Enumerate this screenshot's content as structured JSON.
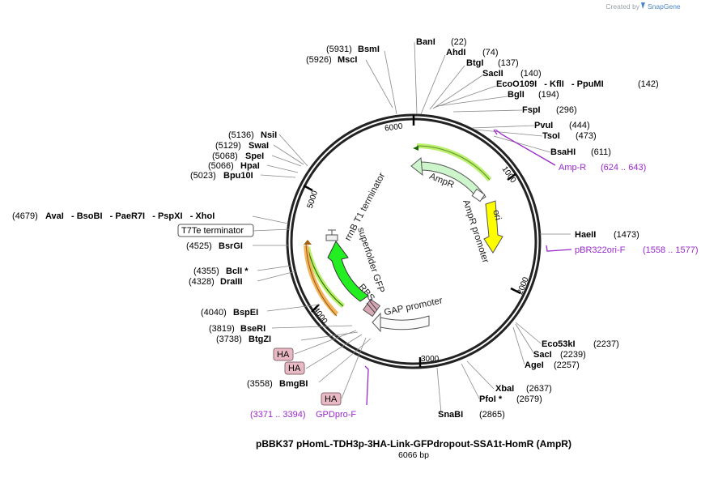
{
  "credit": {
    "created_by": "Created by",
    "brand": "SnapGene"
  },
  "plasmid": {
    "name": "pBBK37 pHomL-TDH3p-3HA-Link-GFPdropout-SSA1t-HomR (AmpR)",
    "length": "6066 bp"
  },
  "ticks": [
    "6000",
    "1000",
    "2000",
    "3000",
    "4000",
    "5000"
  ],
  "features": {
    "ampr": "AmpR",
    "ampr_promoter": "AmpR promoter",
    "ori": "ori",
    "gap_promoter": "GAP promoter",
    "rbs": "RBS",
    "superfolder_gfp": "superfolder GFP",
    "rrnb": "rrnB T1 terminator"
  },
  "sites": {
    "bsmi": {
      "num": "(5931)",
      "name": "BsmI"
    },
    "msci": {
      "num": "(5926)",
      "name": "MscI"
    },
    "bani": {
      "name": "BanI",
      "num": "(22)"
    },
    "ahdi": {
      "name": "AhdI",
      "num": "(74)"
    },
    "btgi": {
      "name": "BtgI",
      "num": "(137)"
    },
    "sacii": {
      "name": "SacII",
      "num": "(140)"
    },
    "eco": {
      "names": "EcoO109I   - KflI   - PpuMI",
      "num": "(142)"
    },
    "bgli": {
      "name": "BglI",
      "num": "(194)"
    },
    "fspi": {
      "name": "FspI",
      "num": "(296)"
    },
    "pvui": {
      "name": "PvuI",
      "num": "(444)"
    },
    "tsoi": {
      "name": "TsoI",
      "num": "(473)"
    },
    "bsahi": {
      "name": "BsaHI",
      "num": "(611)"
    },
    "haeii": {
      "name": "HaeII",
      "num": "(1473)"
    },
    "eco53ki": {
      "name": "Eco53kI",
      "num": "(2237)"
    },
    "saci": {
      "name": "SacI",
      "num": "(2239)"
    },
    "agei": {
      "name": "AgeI",
      "num": "(2257)"
    },
    "xbai": {
      "name": "XbaI",
      "num": "(2637)"
    },
    "pfoi": {
      "name": "PfoI *",
      "num": "(2679)"
    },
    "snabi": {
      "name": "SnaBI",
      "num": "(2865)"
    },
    "bmgbi": {
      "num": "(3558)",
      "name": "BmgBI"
    },
    "btgzi": {
      "num": "(3738)",
      "name": "BtgZI"
    },
    "bseri": {
      "num": "(3819)",
      "name": "BseRI"
    },
    "bspei": {
      "num": "(4040)",
      "name": "BspEI"
    },
    "draiii": {
      "num": "(4328)",
      "name": "DraIII"
    },
    "bcli": {
      "num": "(4355)",
      "name": "BclI *"
    },
    "bsrgi": {
      "num": "(4525)",
      "name": "BsrGI"
    },
    "avai": {
      "num": "(4679)",
      "names": "AvaI   - BsoBI   - PaeR7I   - PspXI   - XhoI"
    },
    "bpu10i": {
      "num": "(5023)",
      "name": "Bpu10I"
    },
    "hpai": {
      "num": "(5066)",
      "name": "HpaI"
    },
    "spei": {
      "num": "(5068)",
      "name": "SpeI"
    },
    "swai": {
      "num": "(5129)",
      "name": "SwaI"
    },
    "nsii": {
      "num": "(5136)",
      "name": "NsiI"
    }
  },
  "boxes": {
    "t7te": "T7Te terminator",
    "ha1": "HA",
    "ha2": "HA",
    "ha3": "HA"
  },
  "primers": {
    "ampr": {
      "name": "Amp-R",
      "range": "(624 .. 643)"
    },
    "pbr": {
      "name": "pBR322ori-F",
      "range": "(1558 .. 1577)"
    },
    "gpd": {
      "range": "(3371 .. 3394)",
      "name": "GPDpro-F"
    }
  },
  "colors": {
    "backbone": "#222222",
    "ampr_fill": "#ccf5cc",
    "ori_fill": "#ffff00",
    "gfp_fill": "#22ee22",
    "highlight_green": "#b9f06e",
    "highlight_orange": "#f5b25a",
    "ha_fill": "#e8b8c4",
    "primer": "#9a28c9"
  }
}
